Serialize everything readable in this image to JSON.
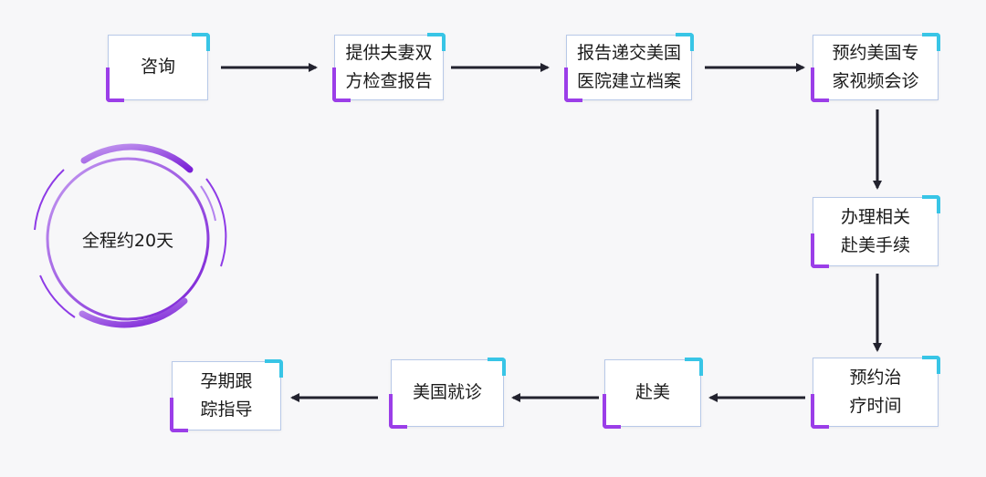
{
  "steps": [
    {
      "id": "consult",
      "label": "咨询"
    },
    {
      "id": "submit-reports",
      "label": "提供夫妻双\n方检查报告"
    },
    {
      "id": "hospital-file",
      "label": "报告递交美国\n医院建立档案"
    },
    {
      "id": "video-consult",
      "label": "预约美国专\n家视频会诊"
    },
    {
      "id": "procedures",
      "label": "办理相关\n赴美手续"
    },
    {
      "id": "schedule-treatment",
      "label": "预约治\n疗时间"
    },
    {
      "id": "go-usa",
      "label": "赴美"
    },
    {
      "id": "us-visit",
      "label": "美国就诊"
    },
    {
      "id": "pregnancy-guidance",
      "label": "孕期跟\n踪指导"
    }
  ],
  "duration": {
    "label": "全程约20天"
  },
  "colors": {
    "accent_cyan": "#38c5e6",
    "accent_purple": "#9b3ee8",
    "arrow": "#22222e",
    "box_border": "#b8c9e8"
  }
}
